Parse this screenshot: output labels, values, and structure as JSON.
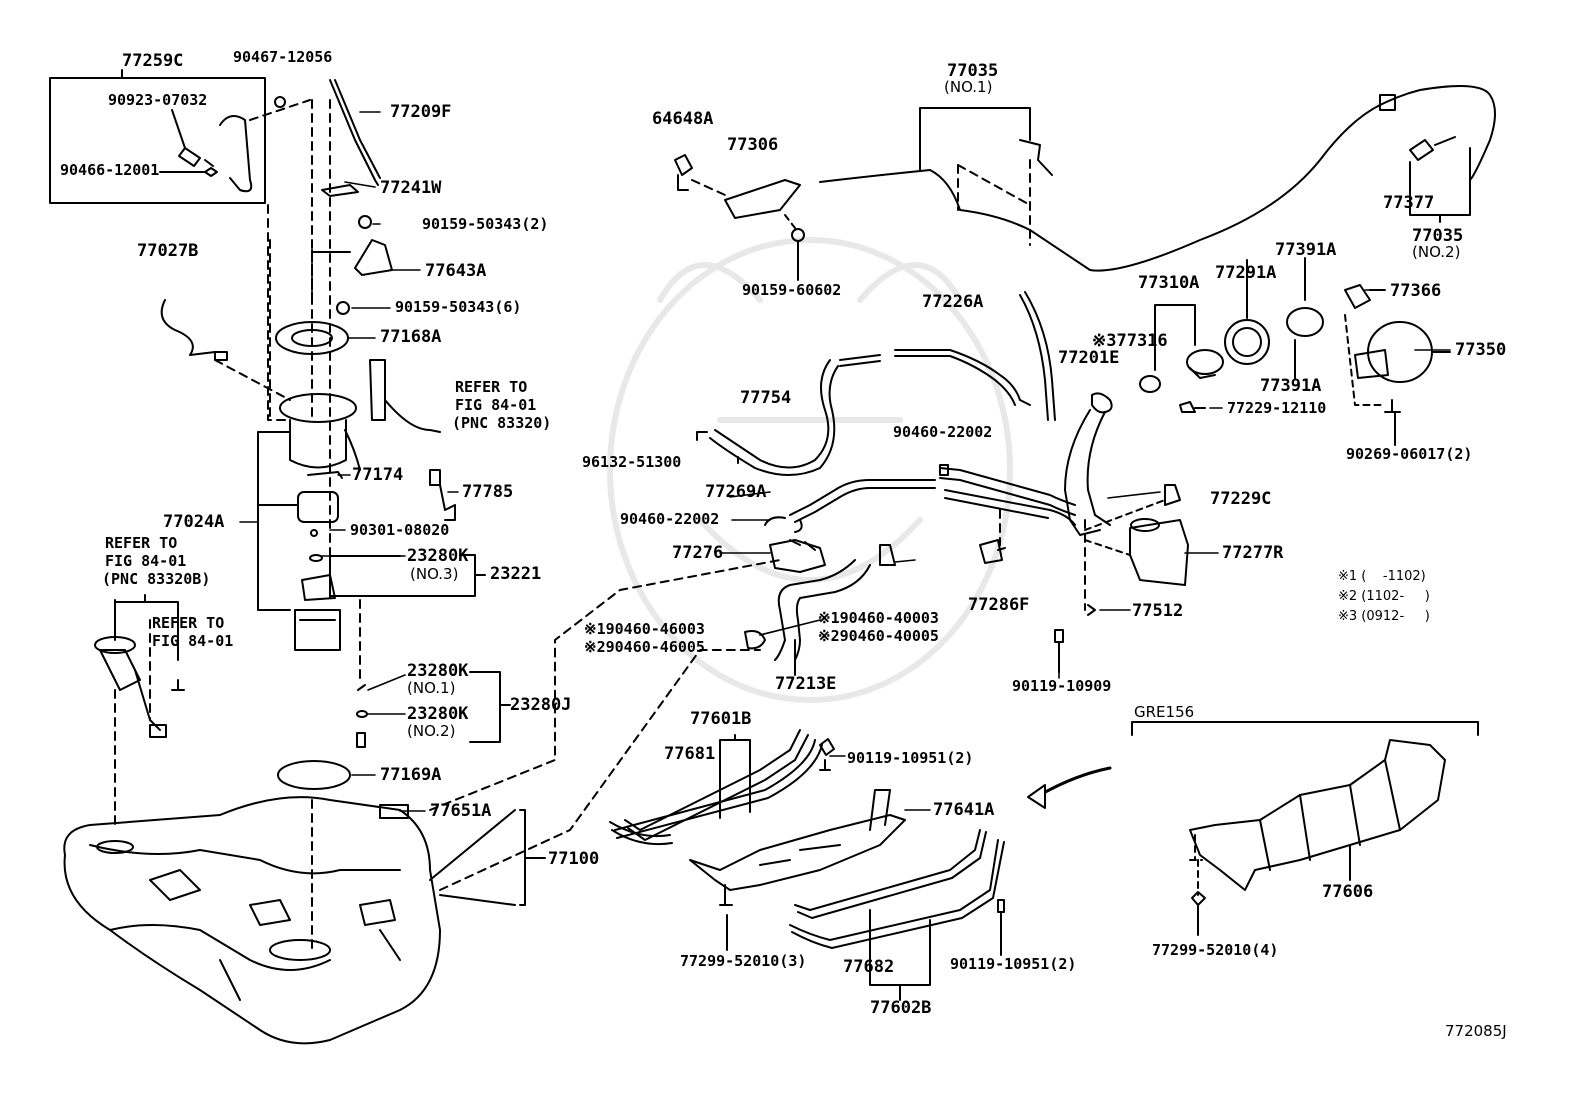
{
  "diagram": {
    "figure_code": "772085J",
    "variant_label": "GRE156",
    "notes": [
      "※1 (    -1102)",
      "※2 (1102-     )",
      "※3 (0912-     )"
    ],
    "labels": [
      {
        "id": "p77259C",
        "text": "77259C"
      },
      {
        "id": "p90467_12056",
        "text": "90467-12056"
      },
      {
        "id": "p90923_07032",
        "text": "90923-07032"
      },
      {
        "id": "p90466_12001",
        "text": "90466-12001"
      },
      {
        "id": "p77209F",
        "text": "77209F"
      },
      {
        "id": "p77241W",
        "text": "77241W"
      },
      {
        "id": "p90159_50343_2",
        "text": "90159-50343(2)"
      },
      {
        "id": "p77643A",
        "text": "77643A"
      },
      {
        "id": "p77027B",
        "text": "77027B"
      },
      {
        "id": "p90159_50343_6",
        "text": "90159-50343(6)"
      },
      {
        "id": "p77168A",
        "text": "77168A"
      },
      {
        "id": "ref1_l1",
        "text": "REFER TO"
      },
      {
        "id": "ref1_l2",
        "text": "FIG 84-01"
      },
      {
        "id": "ref1_l3",
        "text": "(PNC 83320)"
      },
      {
        "id": "p77174",
        "text": "77174"
      },
      {
        "id": "p77785",
        "text": "77785"
      },
      {
        "id": "p77024A",
        "text": "77024A"
      },
      {
        "id": "p90301_08020",
        "text": "90301-08020"
      },
      {
        "id": "ref2_l1",
        "text": "REFER TO"
      },
      {
        "id": "ref2_l2",
        "text": "FIG 84-01"
      },
      {
        "id": "ref2_l3",
        "text": "(PNC 83320B)"
      },
      {
        "id": "p23280K_a",
        "text": "23280K"
      },
      {
        "id": "no3",
        "text": "(NO.3)"
      },
      {
        "id": "p23221",
        "text": "23221"
      },
      {
        "id": "ref3_l1",
        "text": "REFER TO"
      },
      {
        "id": "ref3_l2",
        "text": "FIG 84-01"
      },
      {
        "id": "p23280K_b",
        "text": "23280K"
      },
      {
        "id": "no1_b",
        "text": "(NO.1)"
      },
      {
        "id": "p23280J",
        "text": "23280J"
      },
      {
        "id": "p23280K_c",
        "text": "23280K"
      },
      {
        "id": "no2_c",
        "text": "(NO.2)"
      },
      {
        "id": "p77169A",
        "text": "77169A"
      },
      {
        "id": "p77651A",
        "text": "77651A"
      },
      {
        "id": "p77100",
        "text": "77100"
      },
      {
        "id": "p64648A",
        "text": "64648A"
      },
      {
        "id": "p77306",
        "text": "77306"
      },
      {
        "id": "p90159_60602",
        "text": "90159-60602"
      },
      {
        "id": "p77035_1",
        "text": "77035"
      },
      {
        "id": "no1_77035",
        "text": "(NO.1)"
      },
      {
        "id": "p77377",
        "text": "77377"
      },
      {
        "id": "p77035_2",
        "text": "77035"
      },
      {
        "id": "no2_77035",
        "text": "(NO.2)"
      },
      {
        "id": "p77391A_a",
        "text": "77391A"
      },
      {
        "id": "p77310A",
        "text": "77310A"
      },
      {
        "id": "p77291A",
        "text": "77291A"
      },
      {
        "id": "p77366",
        "text": "77366"
      },
      {
        "id": "p77316",
        "text": "※377316"
      },
      {
        "id": "p77350",
        "text": "77350"
      },
      {
        "id": "p77391A_b",
        "text": "77391A"
      },
      {
        "id": "p77229_12110",
        "text": "77229-12110"
      },
      {
        "id": "p90269_06017",
        "text": "90269-06017(2)"
      },
      {
        "id": "p77226A",
        "text": "77226A"
      },
      {
        "id": "p77201E",
        "text": "77201E"
      },
      {
        "id": "p77754",
        "text": "77754"
      },
      {
        "id": "p96132_51300",
        "text": "96132-51300"
      },
      {
        "id": "p90460_22002_a",
        "text": "90460-22002"
      },
      {
        "id": "p77269A",
        "text": "77269A"
      },
      {
        "id": "p90460_22002_b",
        "text": "90460-22002"
      },
      {
        "id": "p77229C",
        "text": "77229C"
      },
      {
        "id": "p77276",
        "text": "77276"
      },
      {
        "id": "p77277R",
        "text": "77277R"
      },
      {
        "id": "p77286F",
        "text": "77286F"
      },
      {
        "id": "p190460_40003",
        "text": "※190460-40003"
      },
      {
        "id": "p290460_40005",
        "text": "※290460-40005"
      },
      {
        "id": "p77512",
        "text": "77512"
      },
      {
        "id": "p190460_46003",
        "text": "※190460-46003"
      },
      {
        "id": "p290460_46005",
        "text": "※290460-46005"
      },
      {
        "id": "p77213E",
        "text": "77213E"
      },
      {
        "id": "p90119_10909",
        "text": "90119-10909"
      },
      {
        "id": "p77601B",
        "text": "77601B"
      },
      {
        "id": "p77681",
        "text": "77681"
      },
      {
        "id": "p90119_10951_a",
        "text": "90119-10951(2)"
      },
      {
        "id": "p77641A",
        "text": "77641A"
      },
      {
        "id": "p77606",
        "text": "77606"
      },
      {
        "id": "p77299_52010_3",
        "text": "77299-52010(3)"
      },
      {
        "id": "p77682",
        "text": "77682"
      },
      {
        "id": "p90119_10951_b",
        "text": "90119-10951(2)"
      },
      {
        "id": "p77602B",
        "text": "77602B"
      },
      {
        "id": "p77299_52010_4",
        "text": "77299-52010(4)"
      }
    ]
  }
}
